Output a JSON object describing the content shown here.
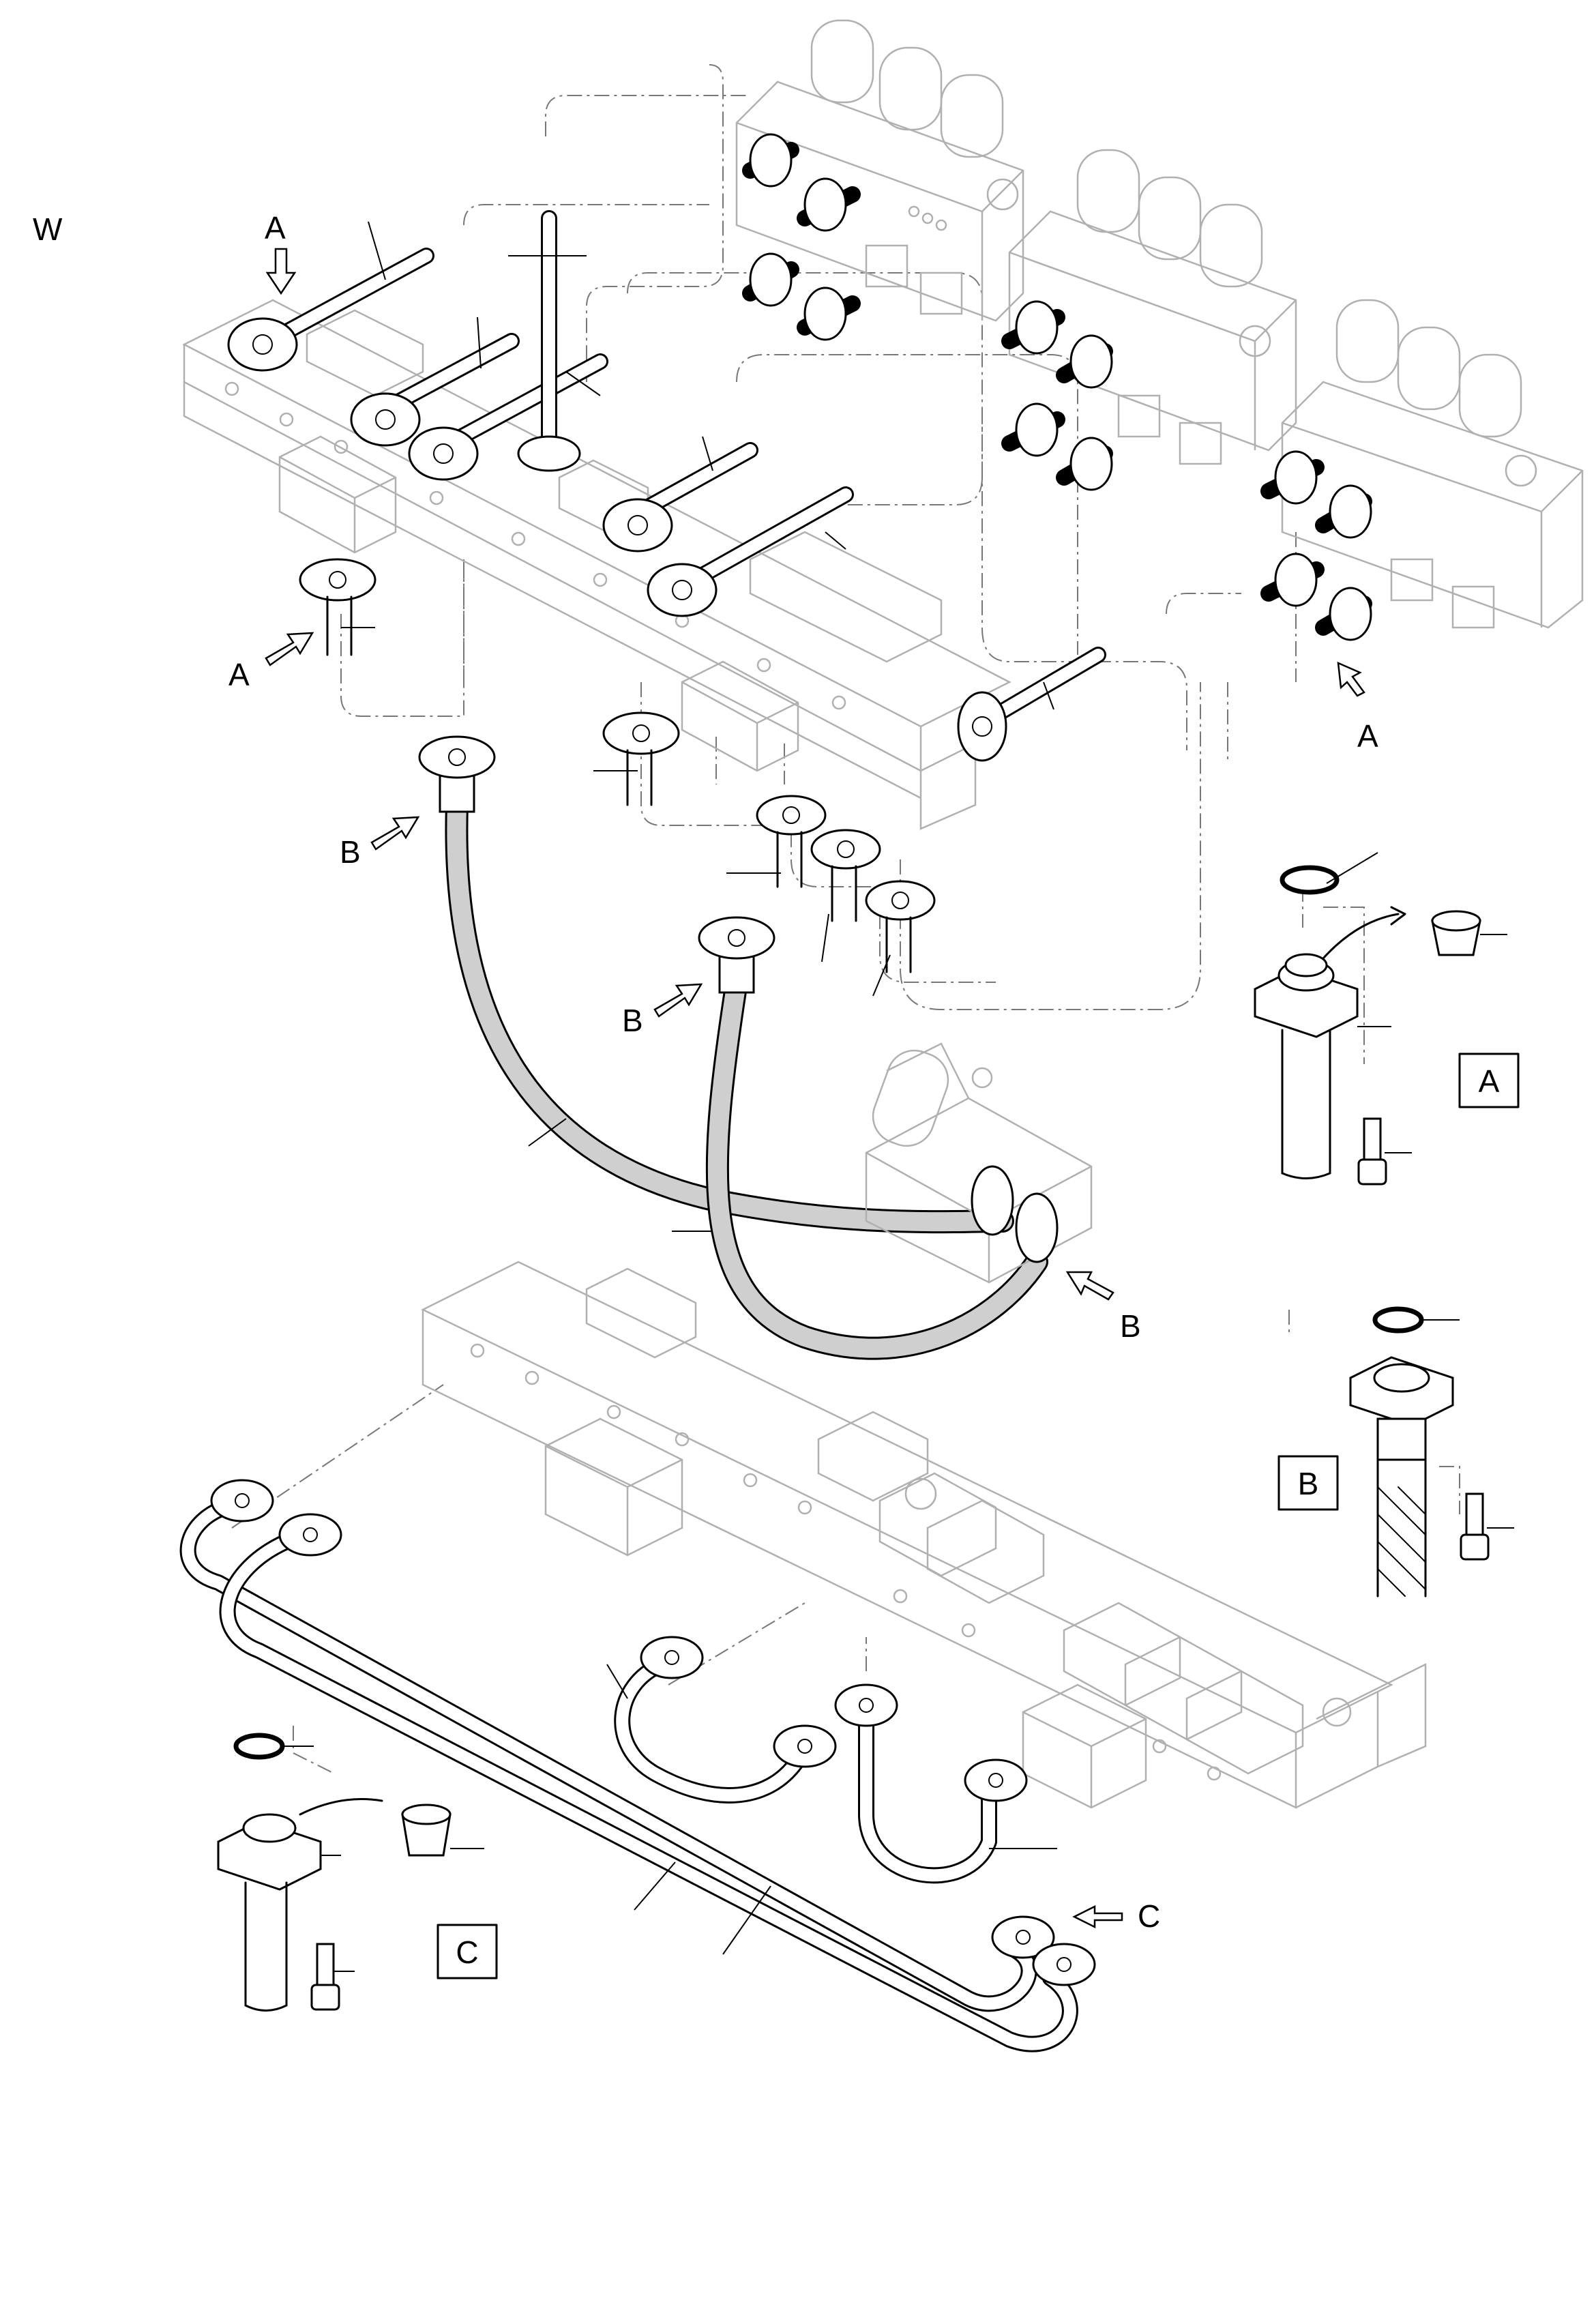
{
  "labels": {
    "view": "W",
    "a": "A",
    "b": "B",
    "c": "C"
  },
  "boxed_labels": {
    "a": "A",
    "b": "B",
    "c": "C"
  },
  "colors": {
    "ink": "#000000",
    "phantom": "#b0b0b0",
    "hose_fill": "#cfcfcf"
  }
}
